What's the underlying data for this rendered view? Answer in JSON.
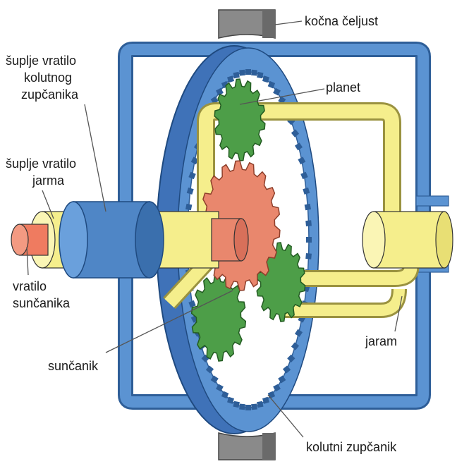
{
  "labels": {
    "kocna_celjust": "kočna čeljust",
    "supljeVratiloKolutnog": [
      "šuplje vratilo",
      "kolutnog",
      "zupčanika"
    ],
    "planet": "planet",
    "supljeVratiloJarma": [
      "šuplje vratilo",
      "jarma"
    ],
    "vratiloSuncanika": [
      "vratilo",
      "sunčanika"
    ],
    "suncanik": "sunčanik",
    "jaram": "jaram",
    "kolutni_zupcanik": "kolutni zupčanik"
  },
  "colors": {
    "frame_blue": "#4f86c6",
    "ring_blue": "#3f72b8",
    "yoke_yellow": "#f5ee8c",
    "planet_green": "#4d9e48",
    "sun_salmon": "#e9876d",
    "shaft_red": "#ef7b60",
    "brake_gray": "#8a8a8a"
  }
}
